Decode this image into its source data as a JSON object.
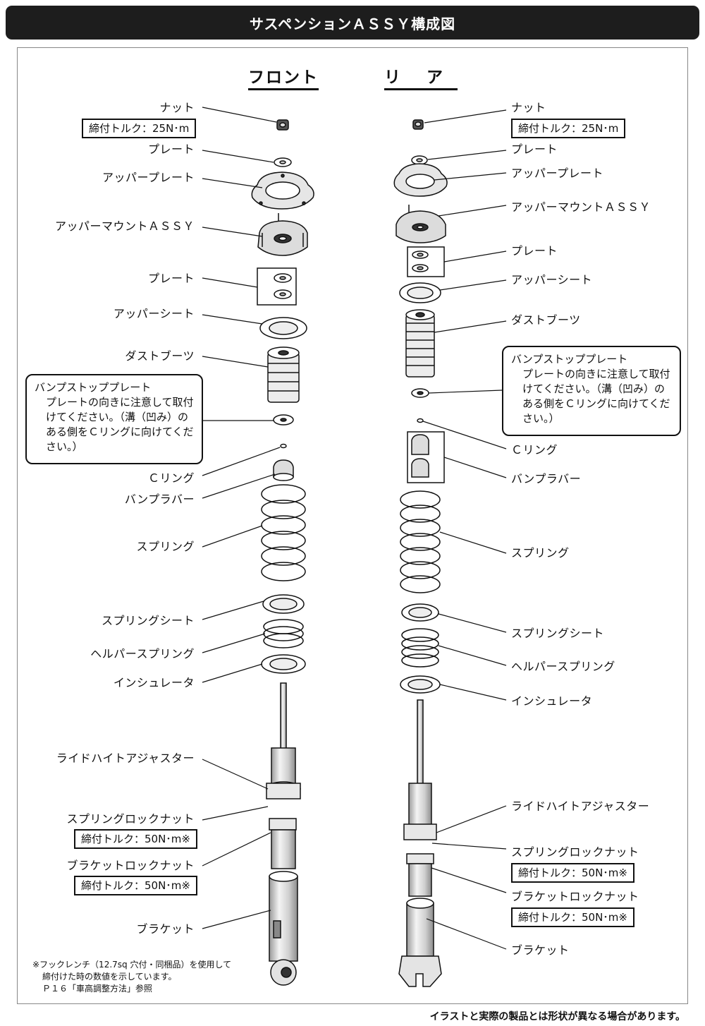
{
  "header": {
    "title": "サスペンションＡＳＳＹ構成図"
  },
  "columns": {
    "front": "フロント",
    "rear": "リ　 ア"
  },
  "front_labels": {
    "nut": "ナット",
    "plate1": "プレート",
    "upper_plate": "アッパープレート",
    "upper_mount": "アッパーマウントＡＳＳＹ",
    "plate2": "プレート",
    "upper_seat": "アッパーシート",
    "dust_boot": "ダストブーツ",
    "c_ring": "Ｃリング",
    "bump_rubber": "バンプラバー",
    "spring": "スプリング",
    "spring_seat": "スプリングシート",
    "helper_spring": "ヘルパースプリング",
    "insulator": "インシュレータ",
    "ride_height": "ライドハイトアジャスター",
    "spring_lock_nut": "スプリングロックナット",
    "bracket_lock_nut": "ブラケットロックナット",
    "bracket": "ブラケット"
  },
  "rear_labels": {
    "nut": "ナット",
    "plate1": "プレート",
    "upper_plate": "アッパープレート",
    "upper_mount": "アッパーマウントＡＳＳＹ",
    "plate2": "プレート",
    "upper_seat": "アッパーシート",
    "dust_boot": "ダストブーツ",
    "c_ring": "Ｃリング",
    "bump_rubber": "バンプラバー",
    "spring": "スプリング",
    "spring_seat": "スプリングシート",
    "helper_spring": "ヘルパースプリング",
    "insulator": "インシュレータ",
    "ride_height": "ライドハイトアジャスター",
    "spring_lock_nut": "スプリングロックナット",
    "bracket_lock_nut": "ブラケットロックナット",
    "bracket": "ブラケット"
  },
  "torque": {
    "nut_front": "締付トルク：25N･m",
    "nut_rear": "締付トルク：25N･m",
    "spring_lock_front": "締付トルク：50N･m※",
    "bracket_lock_front": "締付トルク：50N･m※",
    "spring_lock_rear": "締付トルク：50N･m※",
    "bracket_lock_rear": "締付トルク：50N･m※"
  },
  "notes": {
    "front": {
      "title": "バンプストッププレート",
      "body": "プレートの向きに注意して取付\nけてください。（溝（凹み）の\nある側をＣリングに向けてくだ\nさい。）"
    },
    "rear": {
      "title": "バンプストッププレート",
      "body": "プレートの向きに注意して取付\nけてください。（溝（凹み）の\nある側をＣリングに向けてくだ\nさい。）"
    }
  },
  "footnote": {
    "line1": "※フックレンチ（12.7sq 穴付・同梱品）を使用して",
    "line2": "締付けた時の数値を示しています。",
    "line3": "Ｐ１６「車高調整方法」参照"
  },
  "disclaimer": "イラストと実際の製品とは形状が異なる場合があります。"
}
